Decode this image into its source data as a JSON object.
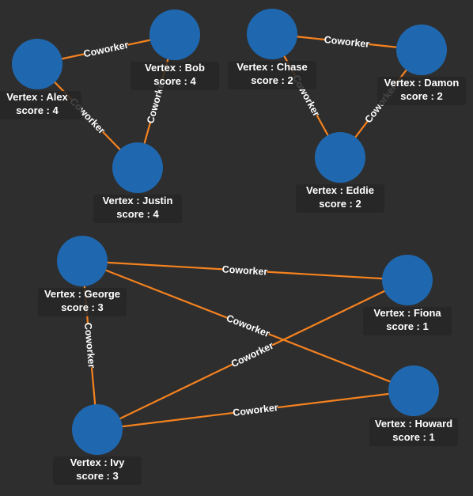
{
  "graph": {
    "colors": {
      "background": "#2e2e2e",
      "node": "#1f68b0",
      "edge": "#f5821f",
      "text": "#ffffff"
    },
    "vertices": [
      {
        "id": "alex",
        "label": "Vertex : Alex",
        "score": "score : 4"
      },
      {
        "id": "bob",
        "label": "Vertex : Bob",
        "score": "score : 4"
      },
      {
        "id": "justin",
        "label": "Vertex : Justin",
        "score": "score : 4"
      },
      {
        "id": "chase",
        "label": "Vertex : Chase",
        "score": "score : 2"
      },
      {
        "id": "damon",
        "label": "Vertex : Damon",
        "score": "score : 2"
      },
      {
        "id": "eddie",
        "label": "Vertex : Eddie",
        "score": "score : 2"
      },
      {
        "id": "george",
        "label": "Vertex : George",
        "score": "score : 3"
      },
      {
        "id": "fiona",
        "label": "Vertex : Fiona",
        "score": "score : 1"
      },
      {
        "id": "howard",
        "label": "Vertex : Howard",
        "score": "score : 1"
      },
      {
        "id": "ivy",
        "label": "Vertex : Ivy",
        "score": "score : 3"
      }
    ],
    "edges": [
      {
        "source": "alex",
        "target": "bob",
        "label": "Coworker"
      },
      {
        "source": "alex",
        "target": "justin",
        "label": "Coworker"
      },
      {
        "source": "bob",
        "target": "justin",
        "label": "Coworker"
      },
      {
        "source": "chase",
        "target": "damon",
        "label": "Coworker"
      },
      {
        "source": "chase",
        "target": "eddie",
        "label": "Coworker"
      },
      {
        "source": "damon",
        "target": "eddie",
        "label": "Coworker"
      },
      {
        "source": "george",
        "target": "fiona",
        "label": "Coworker"
      },
      {
        "source": "george",
        "target": "howard",
        "label": "Coworker"
      },
      {
        "source": "george",
        "target": "ivy",
        "label": "Coworker"
      },
      {
        "source": "ivy",
        "target": "fiona",
        "label": "Coworker"
      },
      {
        "source": "ivy",
        "target": "howard",
        "label": "Coworker"
      }
    ]
  }
}
